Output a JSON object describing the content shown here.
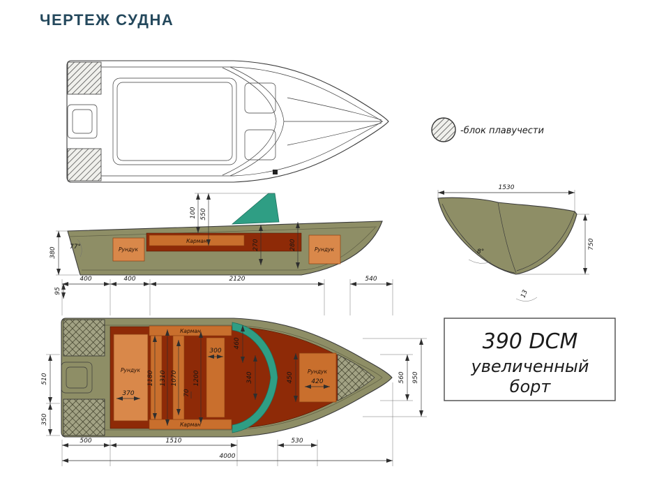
{
  "page": {
    "title": "ЧЕРТЕЖ СУДНА"
  },
  "legend": {
    "label": "-блок плавучести"
  },
  "model_box": {
    "lines": [
      "390 DCM",
      "увеличенный",
      "борт"
    ]
  },
  "side_view": {
    "labels": {
      "runduk_left": "Рундук",
      "karman": "Карман",
      "runduk_right": "Рундук"
    },
    "dims": {
      "d100": "100",
      "d550": "550",
      "d270": "270",
      "d280": "280",
      "d380": "380",
      "angle": "77°"
    }
  },
  "cross_section": {
    "dims": {
      "width": "1530",
      "height": "750",
      "angle": "8°",
      "deadrise": "13"
    }
  },
  "plan_view": {
    "labels": {
      "karman_top": "Карман",
      "karman_bottom": "Карман",
      "runduk_left": "Рундук",
      "runduk_bow": "Рундук"
    },
    "dims_top": [
      "400",
      "400",
      "2120",
      "540"
    ],
    "dims_left": [
      "95",
      "510",
      "350"
    ],
    "dims_right": [
      "560",
      "950"
    ],
    "dims_bottom": [
      "500",
      "1510",
      "530",
      "4000"
    ],
    "inner": {
      "d370": "370",
      "d1180": "1180",
      "d1310": "1310",
      "d1070": "1070",
      "d70": "70",
      "d1200": "1200",
      "d300": "300",
      "d460": "460",
      "d340": "340",
      "d450": "450",
      "d420": "420"
    }
  },
  "colors": {
    "hull": "#8e8e66",
    "interior": "#8e2a07",
    "box_orange": "#c96f2d",
    "box_orange_light": "#d9884a",
    "windshield": "#2f9e84",
    "title": "#24485c"
  }
}
